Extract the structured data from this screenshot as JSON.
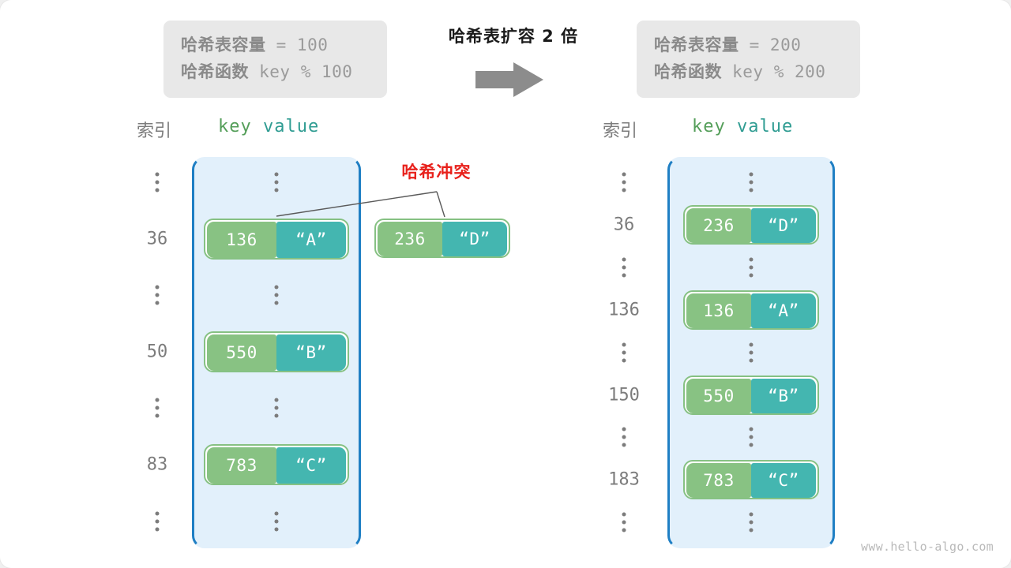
{
  "meta": {
    "watermark": "www.hello-algo.com",
    "colors": {
      "table_border": "#1f7fc4",
      "table_fill": "#e2f0fb",
      "key_fill": "#88c283",
      "value_fill": "#44b6b0",
      "pair_border": "#86c183",
      "collision_red": "#e8211c",
      "index_gray": "#7c7c7c",
      "info_box_bg": "#e8e8e8",
      "arrow_gray": "#8c8c8c",
      "key_head": "#549e59",
      "value_head": "#2f9c92"
    }
  },
  "transition": {
    "title": "哈希表扩容 2 倍",
    "arrow_icon": "right-arrow-icon"
  },
  "info_before": {
    "capacity_label": "哈希表容量",
    "capacity_value": " = 100",
    "function_label": "哈希函数",
    "function_value": " key % 100"
  },
  "info_after": {
    "capacity_label": "哈希表容量",
    "capacity_value": " = 200",
    "function_label": "哈希函数",
    "function_value": " key % 200"
  },
  "headers": {
    "index": "索引",
    "key": "key",
    "value": "value"
  },
  "annotation": {
    "collision_label": "哈希冲突"
  },
  "table_before": {
    "rows": [
      {
        "index": "⋮",
        "type": "ellipsis"
      },
      {
        "index": "36",
        "type": "entry",
        "key": "136",
        "value": "“A”"
      },
      {
        "index": "⋮",
        "type": "ellipsis"
      },
      {
        "index": "50",
        "type": "entry",
        "key": "550",
        "value": "“B”"
      },
      {
        "index": "⋮",
        "type": "ellipsis"
      },
      {
        "index": "83",
        "type": "entry",
        "key": "783",
        "value": "“C”"
      },
      {
        "index": "⋮",
        "type": "ellipsis"
      }
    ]
  },
  "colliding_pair": {
    "key": "236",
    "value": "“D”"
  },
  "table_after": {
    "rows": [
      {
        "index": "⋮",
        "type": "ellipsis"
      },
      {
        "index": "36",
        "type": "entry",
        "key": "236",
        "value": "“D”"
      },
      {
        "index": "⋮",
        "type": "ellipsis"
      },
      {
        "index": "136",
        "type": "entry",
        "key": "136",
        "value": "“A”"
      },
      {
        "index": "⋮",
        "type": "ellipsis"
      },
      {
        "index": "150",
        "type": "entry",
        "key": "550",
        "value": "“B”"
      },
      {
        "index": "⋮",
        "type": "ellipsis"
      },
      {
        "index": "183",
        "type": "entry",
        "key": "783",
        "value": "“C”"
      },
      {
        "index": "⋮",
        "type": "ellipsis"
      }
    ]
  }
}
